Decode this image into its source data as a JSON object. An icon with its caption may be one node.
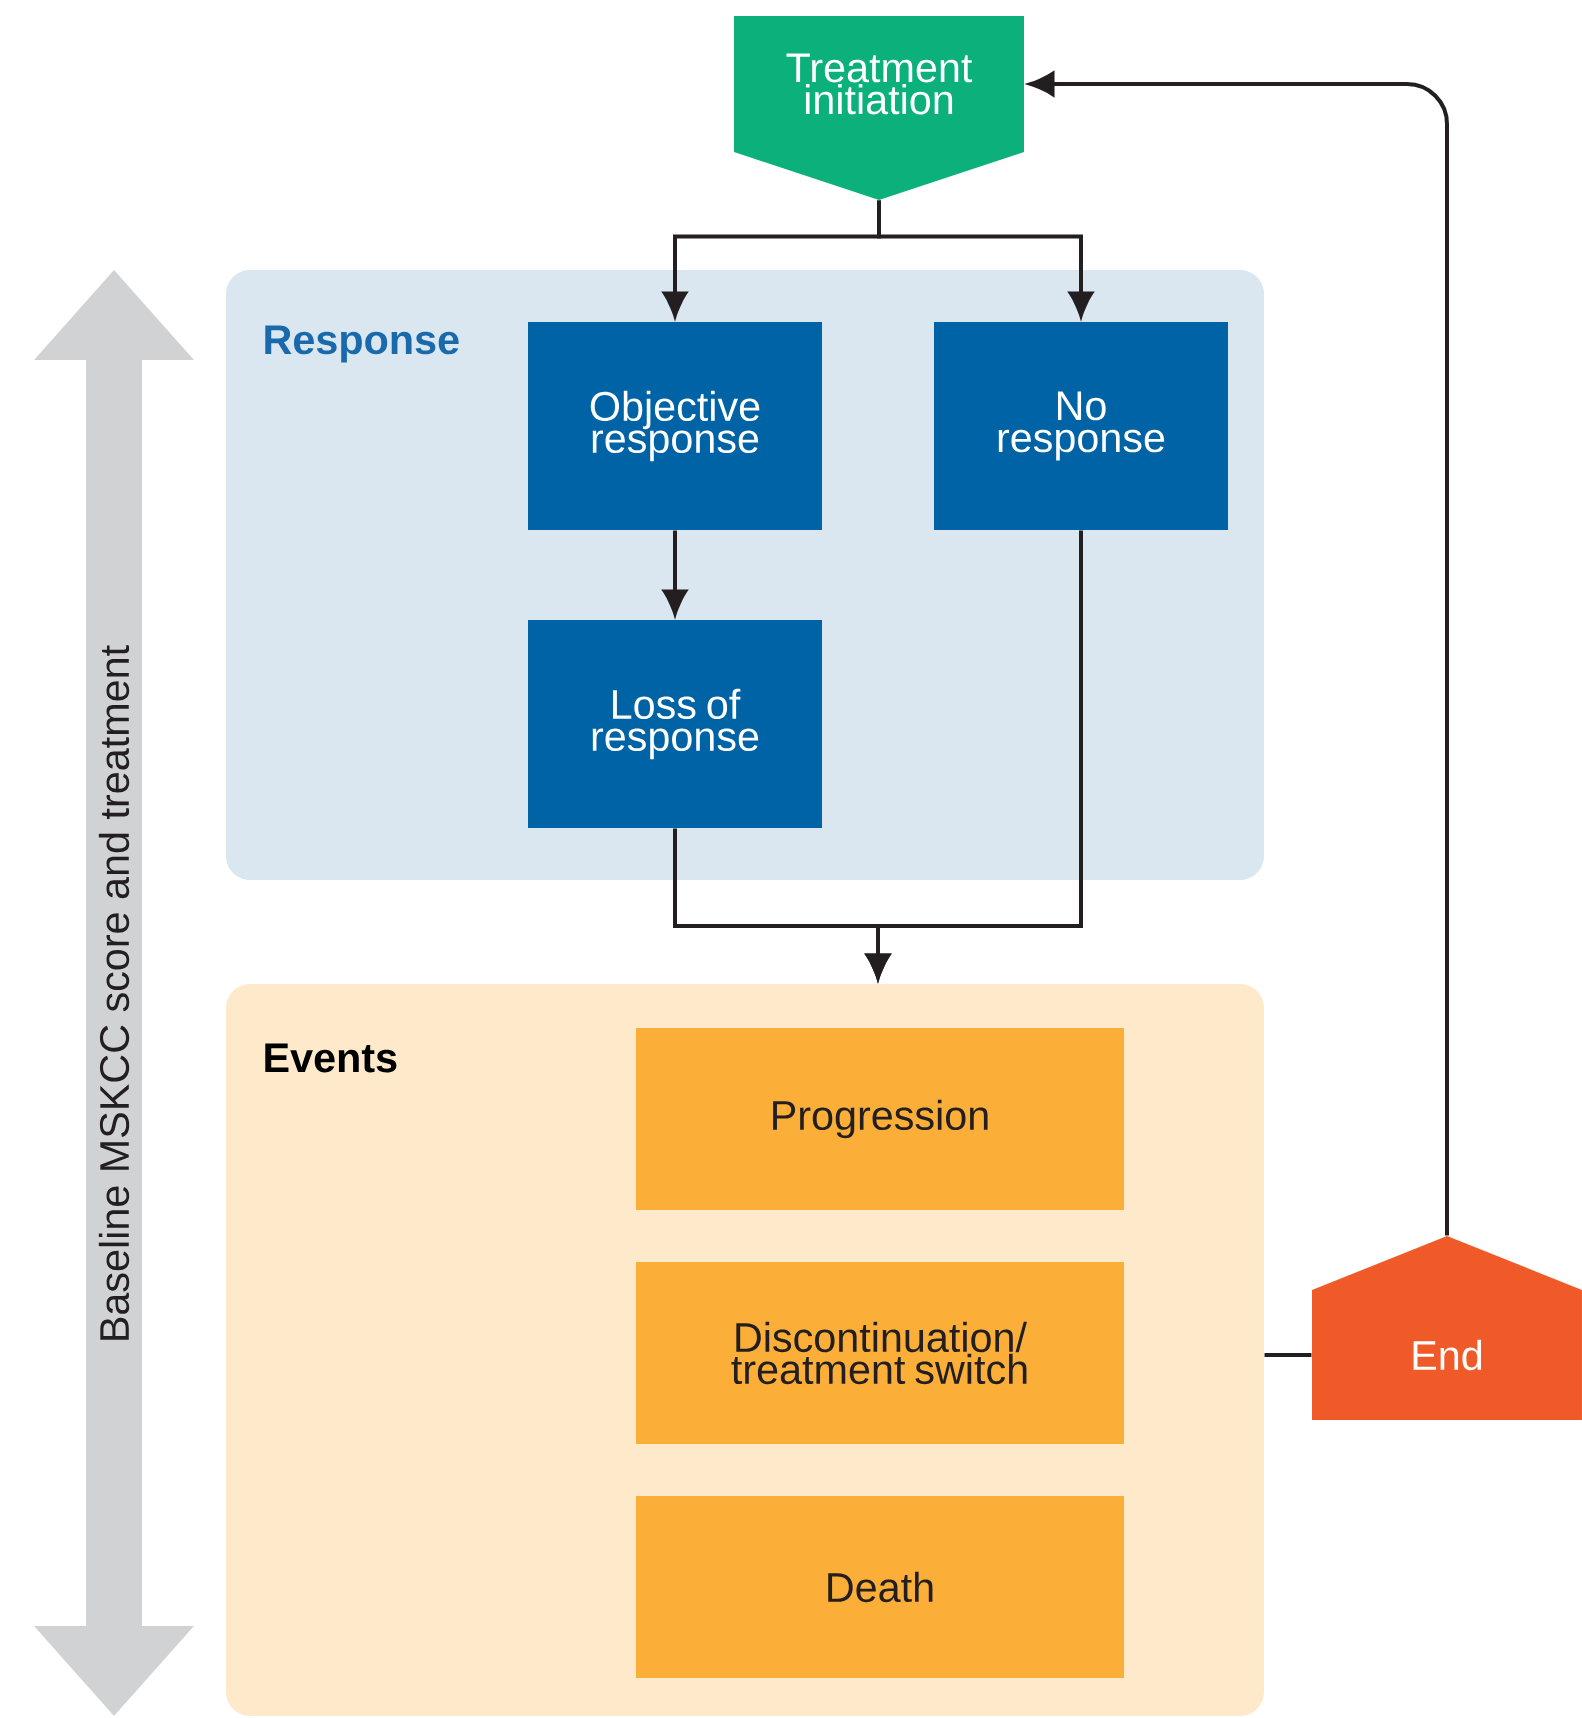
{
  "diagram": {
    "nodes": [
      {
        "text": [
          "Treatment initiation"
        ]
      },
      {
        "text": [
          "Response"
        ]
      },
      {
        "text": [
          "Objective response"
        ],
        "in": 1
      },
      {
        "text": [
          "No response"
        ],
        "in": 1
      },
      {
        "text": [
          "Loss of response"
        ],
        "in": 1
      },
      {
        "text": [
          "Events"
        ]
      },
      {
        "text": [
          "Progression"
        ],
        "in": 5
      },
      {
        "text": [
          "Discontinuation/ treatment switch"
        ],
        "in": 5
      },
      {
        "text": [
          "Death"
        ],
        "in": 5
      },
      {
        "text": [
          "End"
        ]
      }
    ],
    "edges": [
      {
        "from": 0,
        "to": 2,
        "arrow": "to"
      },
      {
        "from": 0,
        "to": 3,
        "arrow": "to"
      },
      {
        "from": 2,
        "to": 4,
        "arrow": "to"
      },
      {
        "from": 4,
        "to": 5,
        "arrow": "to"
      },
      {
        "from": 3,
        "to": 5,
        "arrow": "to"
      },
      {
        "from": 5,
        "to": 9,
        "arrow": "none"
      },
      {
        "from": 9,
        "to": 0,
        "arrow": "to"
      }
    ],
    "labels": [
      "Baseline MSKCC score and treatment"
    ]
  }
}
